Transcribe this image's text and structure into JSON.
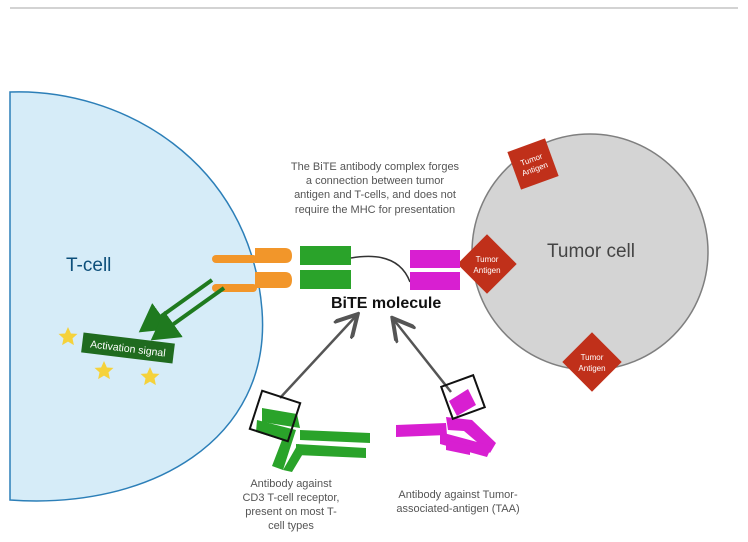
{
  "labels": {
    "t_cell": "T-cell",
    "tumor_cell": "Tumor cell",
    "bite_molecule": "BiTE molecule",
    "activation_signal": "Activation signal",
    "tumor_antigen_line1": "Tumor",
    "tumor_antigen_line2": "Antigen",
    "description": [
      "The BiTE antibody complex forges",
      "a connection between tumor",
      "antigen and T-cells, and does not",
      "require the MHC for presentation"
    ],
    "cd3_antibody_caption": [
      "Antibody against",
      "CD3 T-cell receptor,",
      "present on most T-",
      "cell types"
    ],
    "taa_antibody_caption": [
      "Antibody against Tumor-",
      "associated-antigen (TAA)"
    ]
  },
  "colors": {
    "t_cell_fill": "#d6ecf8",
    "t_cell_label": "#0d4f7a",
    "tumor_cell_fill": "#d4d4d4",
    "tumor_antigen": "#c0301a",
    "green": "#2aa32a",
    "magenta": "#d81fd1",
    "orange": "#f2962a",
    "dark_green": "#1f6b1f",
    "star": "#f5d23b",
    "arrow": "#555555"
  },
  "icons": {
    "tcell_receptor": "orange-receptor-icon",
    "activation_arrows": "double-arrow-icon",
    "stars": "star-icon"
  }
}
